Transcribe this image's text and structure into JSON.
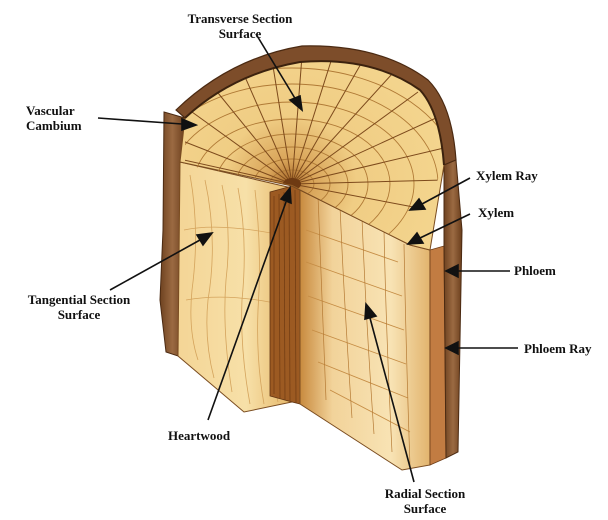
{
  "labels": {
    "transverse": {
      "line1": "Transverse Section",
      "line2": "Surface"
    },
    "cambium": {
      "line1": "Vascular",
      "line2": "Cambium"
    },
    "xylem_ray": "Xylem Ray",
    "xylem": "Xylem",
    "phloem": "Phloem",
    "phloem_ray": "Phloem Ray",
    "tangential": {
      "line1": "Tangential Section",
      "line2": "Surface"
    },
    "heartwood": "Heartwood",
    "radial": {
      "line1": "Radial Section",
      "line2": "Surface"
    }
  },
  "colors": {
    "bark": "#8a5a36",
    "bark_dark": "#5a3418",
    "wood_light": "#f6dca0",
    "wood_mid": "#e9bf72",
    "wood_dark": "#b8742c",
    "heartwood": "#9c5a22",
    "arrow": "#111111"
  }
}
